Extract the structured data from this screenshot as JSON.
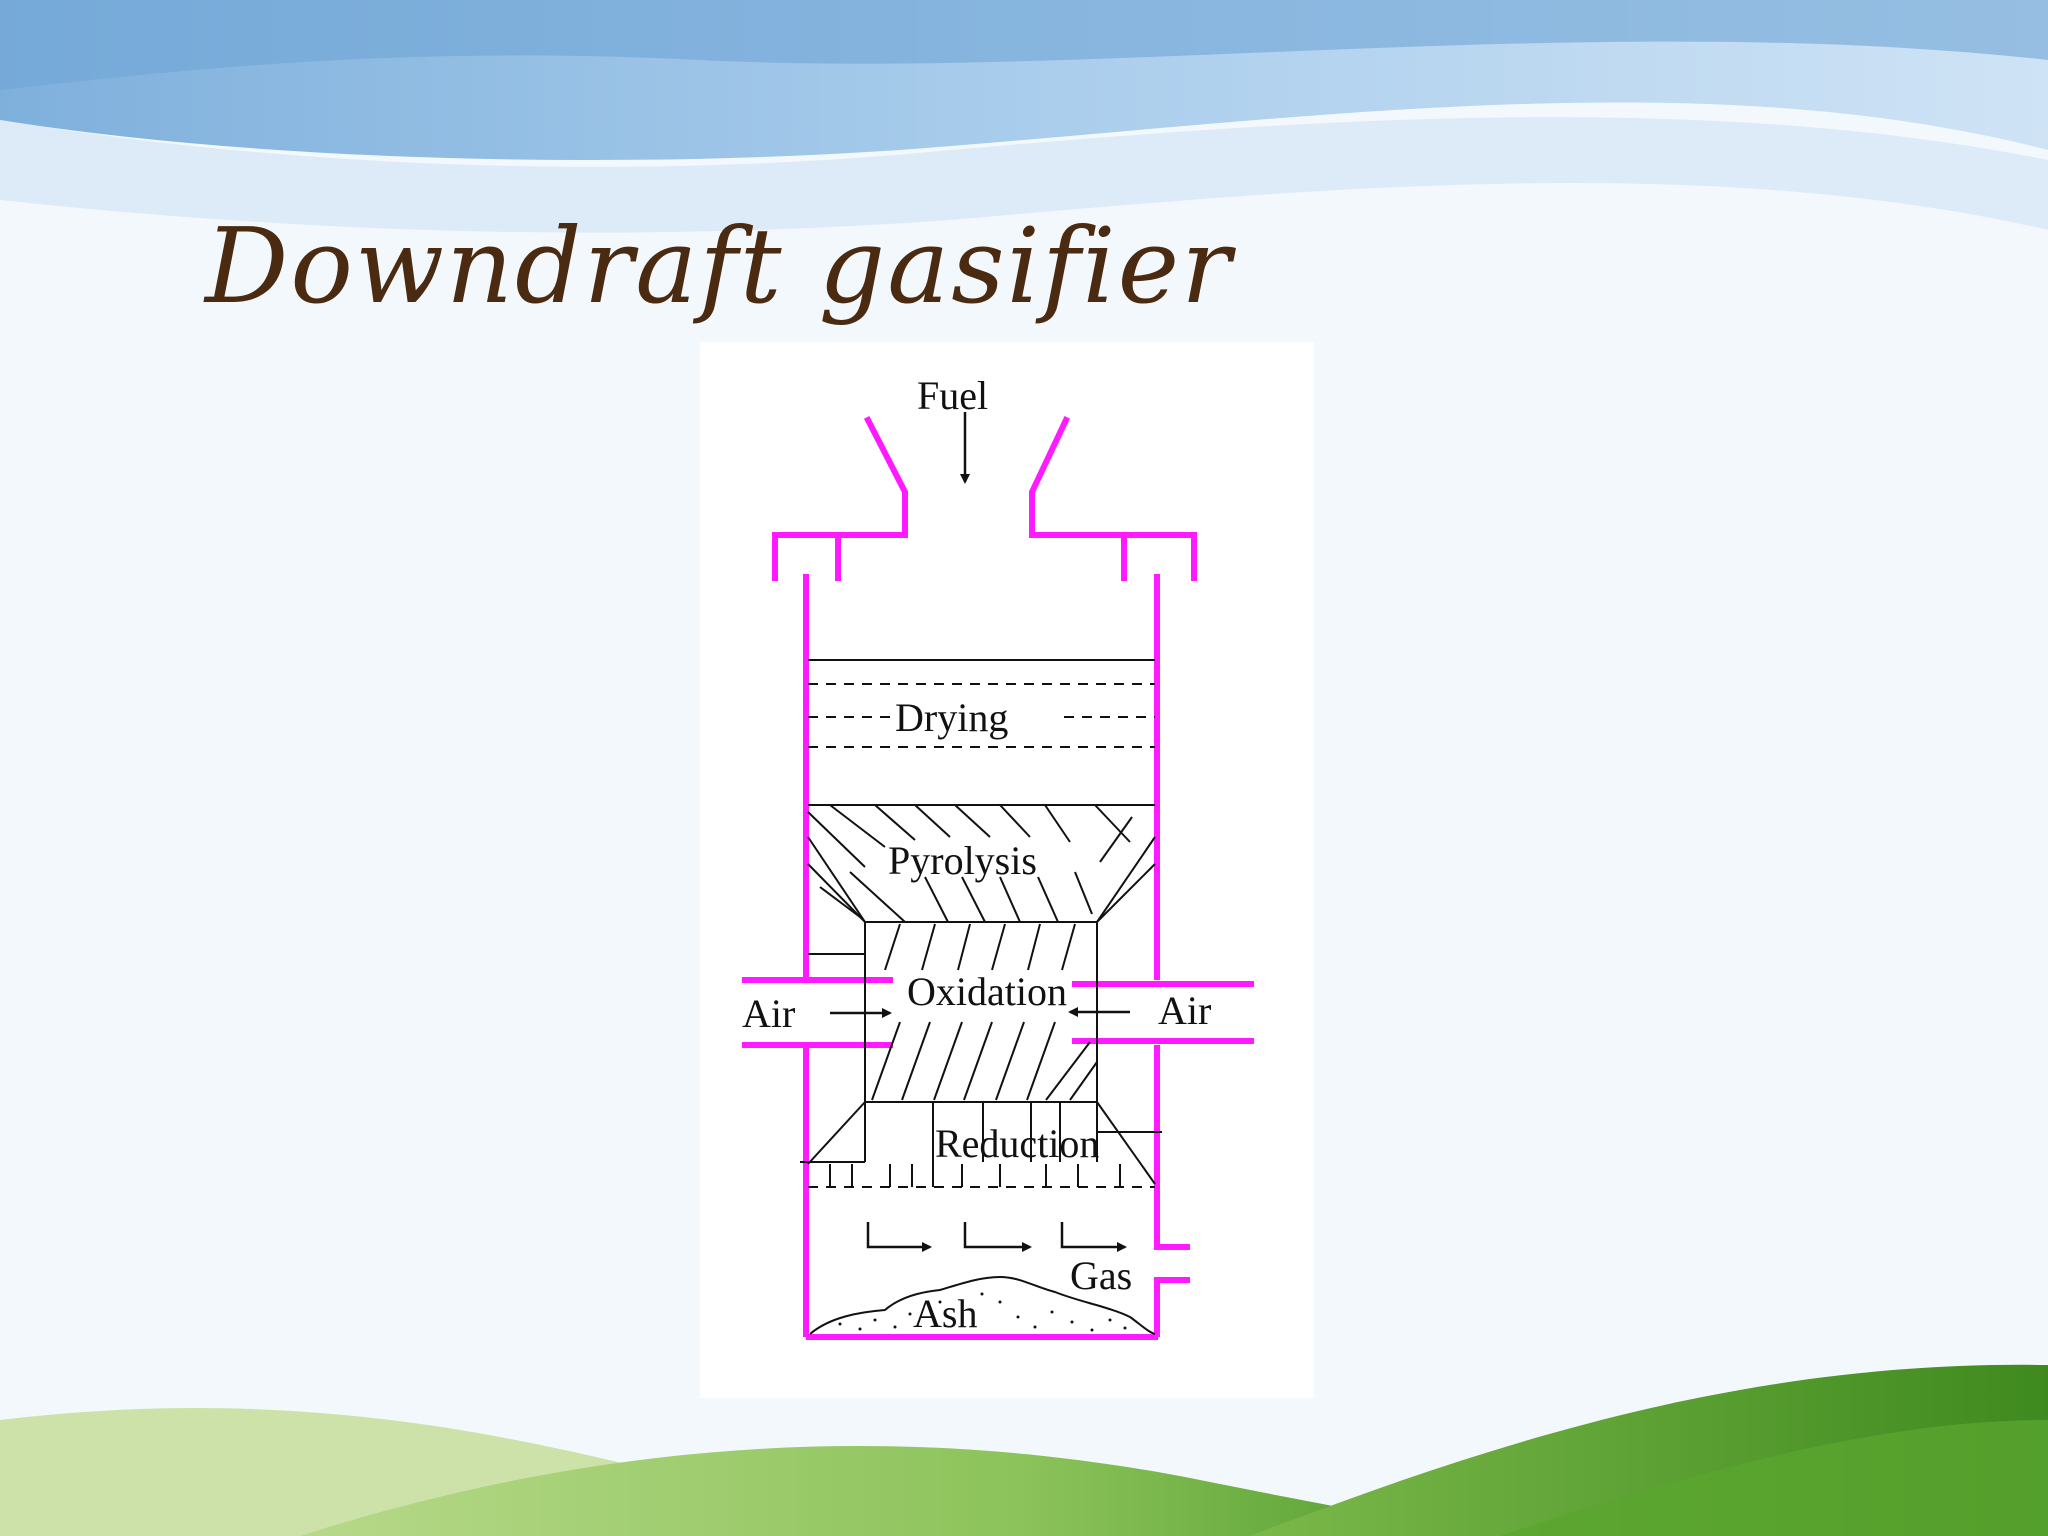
{
  "slide": {
    "title": "Downdraft gasifier"
  },
  "diagram": {
    "labels": {
      "fuel": "Fuel",
      "drying": "Drying",
      "pyrolysis": "Pyrolysis",
      "oxidation": "Oxidation",
      "reduction": "Reduction",
      "air_left": "Air",
      "air_right": "Air",
      "gas": "Gas",
      "ash": "Ash"
    },
    "colors": {
      "wall": "#ff1aff",
      "ink": "#111111",
      "title": "#4a2a10"
    }
  }
}
